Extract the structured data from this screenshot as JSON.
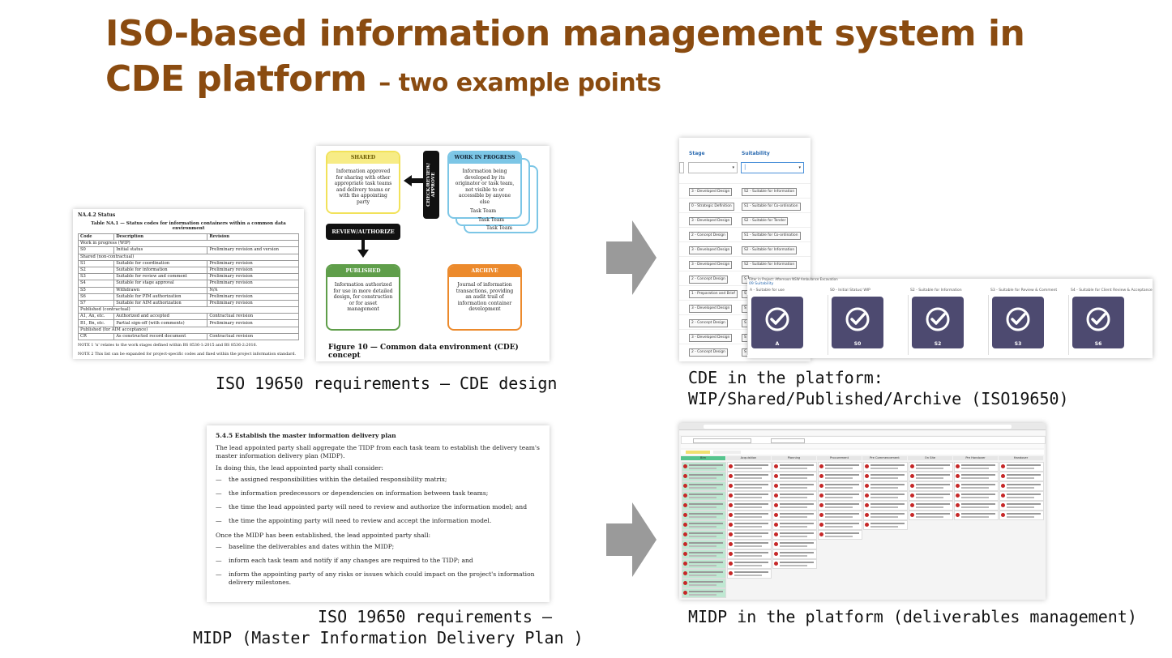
{
  "title": {
    "main_line1": "ISO-based information management system in",
    "main_line2": "CDE platform",
    "subtitle": "– two example points"
  },
  "captions": {
    "cde_design": "ISO 19650 requirements – CDE design",
    "cde_platform_line1": "CDE in the platform:",
    "cde_platform_line2": "WIP/Shared/Published/Archive (ISO19650)",
    "midp_req_line1": "ISO 19650 requirements –",
    "midp_req_line2": "MIDP (Master Information Delivery Plan )",
    "midp_platform": "MIDP in the platform (deliverables management)"
  },
  "status_table": {
    "heading": "NA.4.2 Status",
    "caption": "Table NA.1 — Status codes for information containers within a common data environment",
    "columns": [
      "Code",
      "Description",
      "Revision"
    ],
    "rows": [
      [
        "Work in progress (WIP)",
        "",
        ""
      ],
      [
        "S0",
        "Initial status",
        "Preliminary revision and version"
      ],
      [
        "Shared (non-contractual)",
        "",
        ""
      ],
      [
        "S1",
        "Suitable for coordination",
        "Preliminary revision"
      ],
      [
        "S2",
        "Suitable for information",
        "Preliminary revision"
      ],
      [
        "S3",
        "Suitable for review and comment",
        "Preliminary revision"
      ],
      [
        "S4",
        "Suitable for stage approval",
        "Preliminary revision"
      ],
      [
        "S5",
        "Withdrawn",
        "N/A"
      ],
      [
        "S6",
        "Suitable for PIM authorization",
        "Preliminary revision"
      ],
      [
        "S7",
        "Suitable for AIM authorization",
        "Preliminary revision"
      ],
      [
        "Published (contractual)",
        "",
        ""
      ],
      [
        "A1, An, etc.",
        "Authorized and accepted",
        "Contractual revision"
      ],
      [
        "B1, Bn, etc.",
        "Partial sign-off (with comments)",
        "Preliminary revision"
      ],
      [
        "Published (for AIM acceptance)",
        "",
        ""
      ],
      [
        "CR",
        "As constructed record document",
        "Contractual revision"
      ]
    ],
    "note1": "NOTE 1    'n' relates to the work stages defined within BS 8536-1:2015 and BS 8536-2:2016.",
    "note2": "NOTE 2    This list can be expanded for project-specific codes and fixed within the project information standard."
  },
  "cde_diagram": {
    "shared": {
      "title": "SHARED",
      "text": "Information approved for sharing with other appropriate task teams and delivery teams or with the appointing party",
      "color": "#f2e25a"
    },
    "wip": {
      "title": "WORK IN PROGRESS",
      "text": "Information being developed by its originator or task team, not visible to or accessible by anyone else",
      "color": "#7cc6e6",
      "teams": [
        "Task Team",
        "Task Team",
        "Task Team"
      ]
    },
    "check": "CHECK/REVIEW/ APPROVE",
    "review": "REVIEW/AUTHORIZE",
    "published": {
      "title": "PUBLISHED",
      "text": "Information authorized for use in more detailed design, for construction or for asset management",
      "color": "#5f9e4a"
    },
    "archive": {
      "title": "ARCHIVE",
      "text": "Journal of information transactions, providing an audit trail of information container development",
      "color": "#ec8a2c"
    },
    "figure": "Figure 10 — Common data environment (CDE) concept"
  },
  "midp_doc": {
    "heading": "5.4.5     Establish the master information delivery plan",
    "p1": "The lead appointed party shall aggregate the TIDP from each task team to establish the delivery team's master information delivery plan (MIDP).",
    "p2": "In doing this, the lead appointed party shall consider:",
    "consider": [
      "the assigned responsibilities within the detailed responsibility matrix;",
      "the information predecessors or dependencies on information between task teams;",
      "the time the lead appointed party will need to review and authorize the information model; and",
      "the time the appointing party will need to review and accept the information model."
    ],
    "p3": "Once the MIDP has been established, the lead appointed party shall:",
    "shall": [
      "baseline the deliverables and dates within the MIDP;",
      "inform each task team and notify if any changes are required to the TIDP; and",
      "inform the appointing party of any risks or issues which could impact on the project's information delivery milestones."
    ],
    "dash": "—"
  },
  "platform_cde": {
    "col_stage": "Stage",
    "col_suitability": "Suitability",
    "rows": [
      [
        "3 - Developed Design",
        "S2 - Suitable for Information"
      ],
      [
        "0 - Strategic Definition",
        "S1 - Suitable for Co-ordination"
      ],
      [
        "3 - Developed Design",
        "S2 - Suitable for Tender"
      ],
      [
        "2 - Concept Design",
        "S1 - Suitable for Co-ordination"
      ],
      [
        "3 - Developed Design",
        "S2 - Suitable for Information"
      ],
      [
        "3 - Developed Design",
        "S2 - Suitable for Information"
      ],
      [
        "2 - Concept Design",
        "S"
      ],
      [
        "1 - Preparation and Brief",
        "S"
      ],
      [
        "3 - Developed Design",
        "S"
      ],
      [
        "2 - Concept Design",
        "S"
      ],
      [
        "3 - Developed Design",
        "S"
      ],
      [
        "2 - Concept Design",
        "S"
      ]
    ],
    "overlay_header": "Filter in Project: Afternoon NSW Ambulance Excavation",
    "overlay_sub": "09 Suitability",
    "badges": [
      {
        "label": "A - Suitable for use",
        "code": "A"
      },
      {
        "label": "S0 - Initial Status/ WIP",
        "code": "S0"
      },
      {
        "label": "S2 - Suitable for Information",
        "code": "S2"
      },
      {
        "label": "S3 - Suitable for Review & Comment",
        "code": "S3"
      },
      {
        "label": "S4 - Suitable for Client Review & Acceptance",
        "code": "S6"
      }
    ],
    "badge_color": "#4d4a70"
  },
  "platform_midp": {
    "columns": [
      "Bim",
      "Acquisition",
      "Planning",
      "Procurement",
      "Pre Commencement",
      "On Site",
      "Pre Handover",
      "Handover"
    ],
    "accent_green": "#56c48e",
    "accent_red": "#c62828"
  }
}
